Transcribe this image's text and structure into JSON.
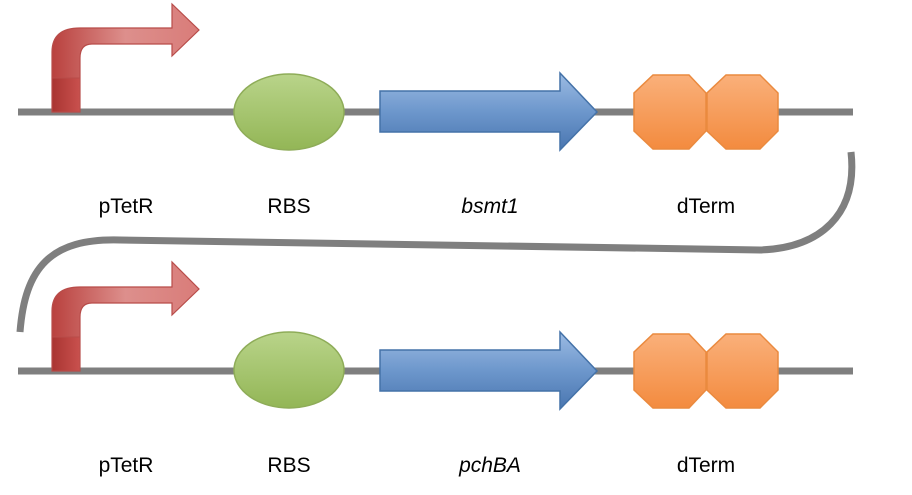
{
  "colors": {
    "backbone": "#7f7f7f",
    "promoter": "#c0504d",
    "rbs": "#9bbb59",
    "cds": "#4f81bd",
    "terminator": "#f79646"
  },
  "constructs": [
    {
      "parts": [
        {
          "type": "promoter",
          "icon": "promoter-arrow-icon",
          "label": "pTetR"
        },
        {
          "type": "rbs",
          "icon": "rbs-ellipse-icon",
          "label": "RBS"
        },
        {
          "type": "cds",
          "icon": "cds-arrow-icon",
          "label": "bsmt1",
          "italic": true
        },
        {
          "type": "terminator",
          "icon": "double-terminator-icon",
          "label": "dTerm"
        }
      ]
    },
    {
      "parts": [
        {
          "type": "promoter",
          "icon": "promoter-arrow-icon",
          "label": "pTetR"
        },
        {
          "type": "rbs",
          "icon": "rbs-ellipse-icon",
          "label": "RBS"
        },
        {
          "type": "cds",
          "icon": "cds-arrow-icon",
          "label": "pchBA",
          "italic": true
        },
        {
          "type": "terminator",
          "icon": "double-terminator-icon",
          "label": "dTerm"
        }
      ]
    }
  ]
}
